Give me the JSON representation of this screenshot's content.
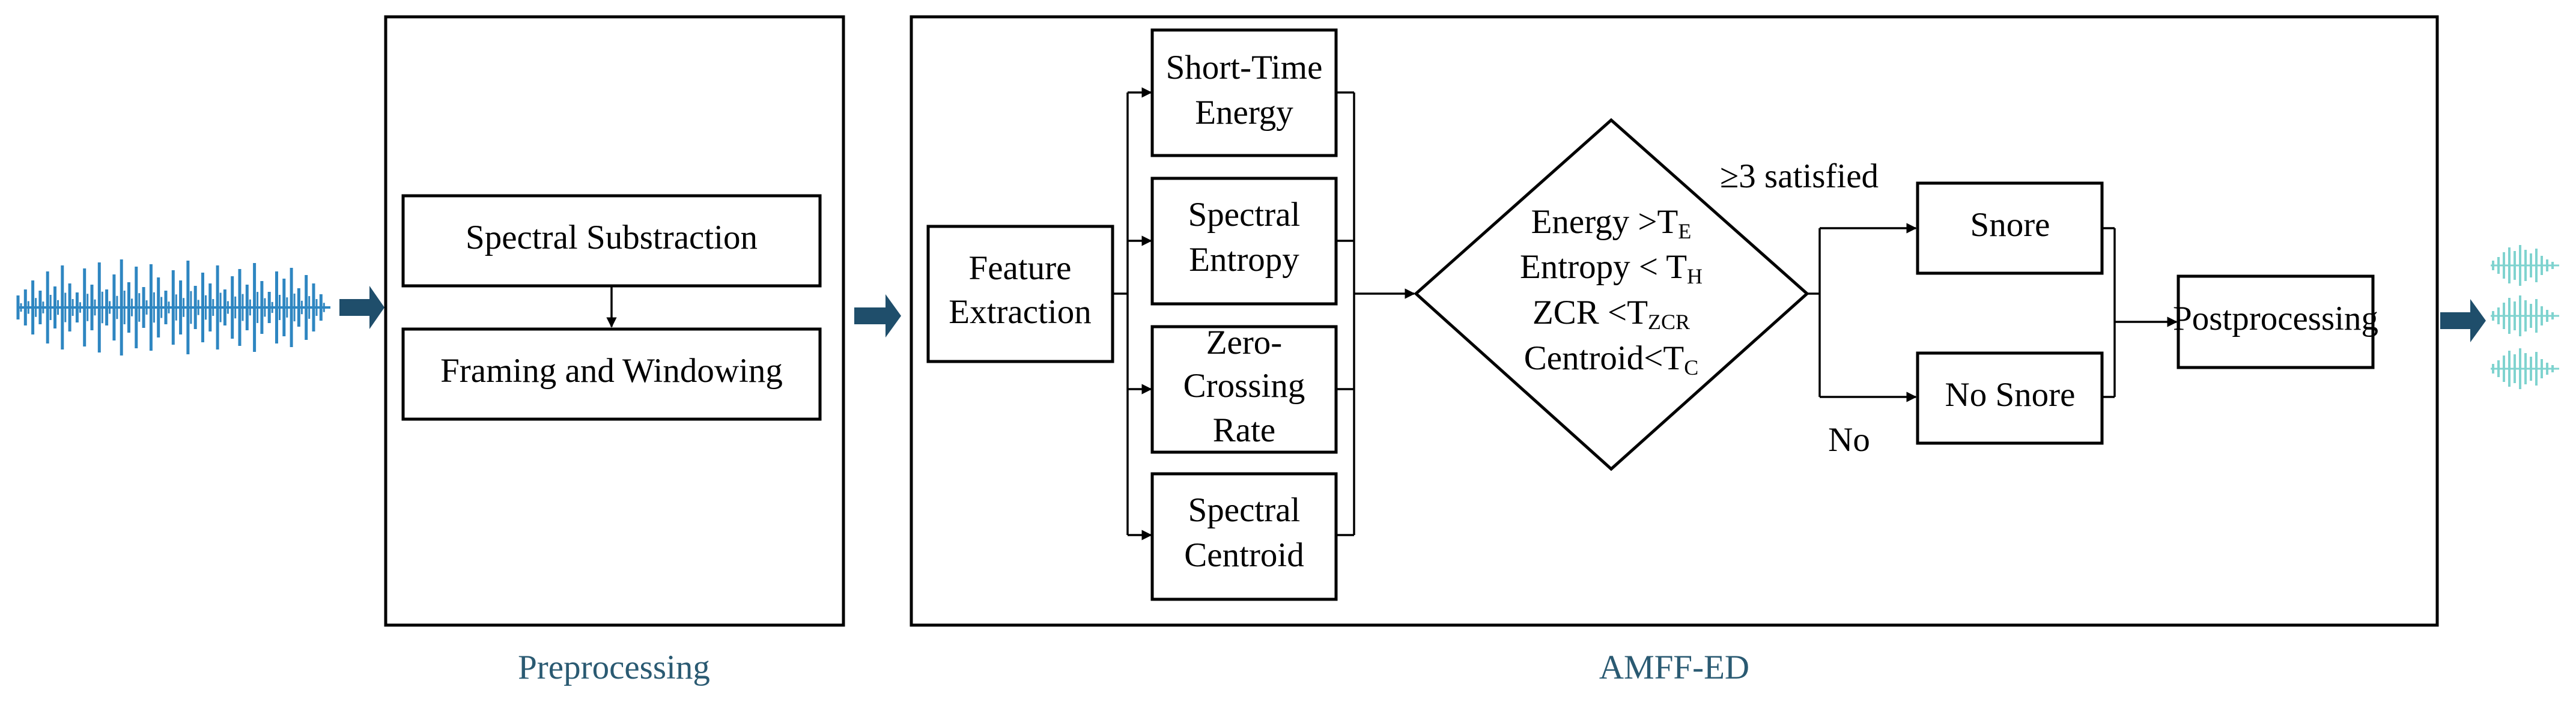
{
  "diagram": {
    "sections": {
      "preprocessing": "Preprocessing",
      "amff": "AMFF-ED"
    },
    "preprocessing_steps": {
      "spectral_subtraction": "Spectral Substraction",
      "framing": "Framing and Windowing"
    },
    "feature_extraction": [
      "Feature",
      "Extraction"
    ],
    "features": {
      "ste": [
        "Short-Time",
        "Energy"
      ],
      "entropy": [
        "Spectral",
        "Entropy"
      ],
      "zcr": [
        "Zero-",
        "Crossing",
        "Rate"
      ],
      "centroid": [
        "Spectral",
        "Centroid"
      ]
    },
    "decision": {
      "energy": {
        "text": "Energy >T",
        "sub": "E"
      },
      "entropy": {
        "text": "Entropy < T",
        "sub": "H"
      },
      "zcr": {
        "text": "ZCR <T",
        "sub": "ZCR"
      },
      "centroid": {
        "text": "Centroid<T",
        "sub": "C"
      }
    },
    "yes_label": "≥3  satisfied",
    "no_label": "No",
    "outputs": {
      "snore": "Snore",
      "no_snore": "No Snore"
    },
    "postprocessing": "Postprocessing"
  },
  "colors": {
    "input_wave": "#2e86c1",
    "output_wave": "#7fd3cf",
    "arrow": "#1f4e6b",
    "section_label": "#2a5a72"
  },
  "icons": [
    "audio-waveform-input",
    "audio-waveform-output"
  ]
}
